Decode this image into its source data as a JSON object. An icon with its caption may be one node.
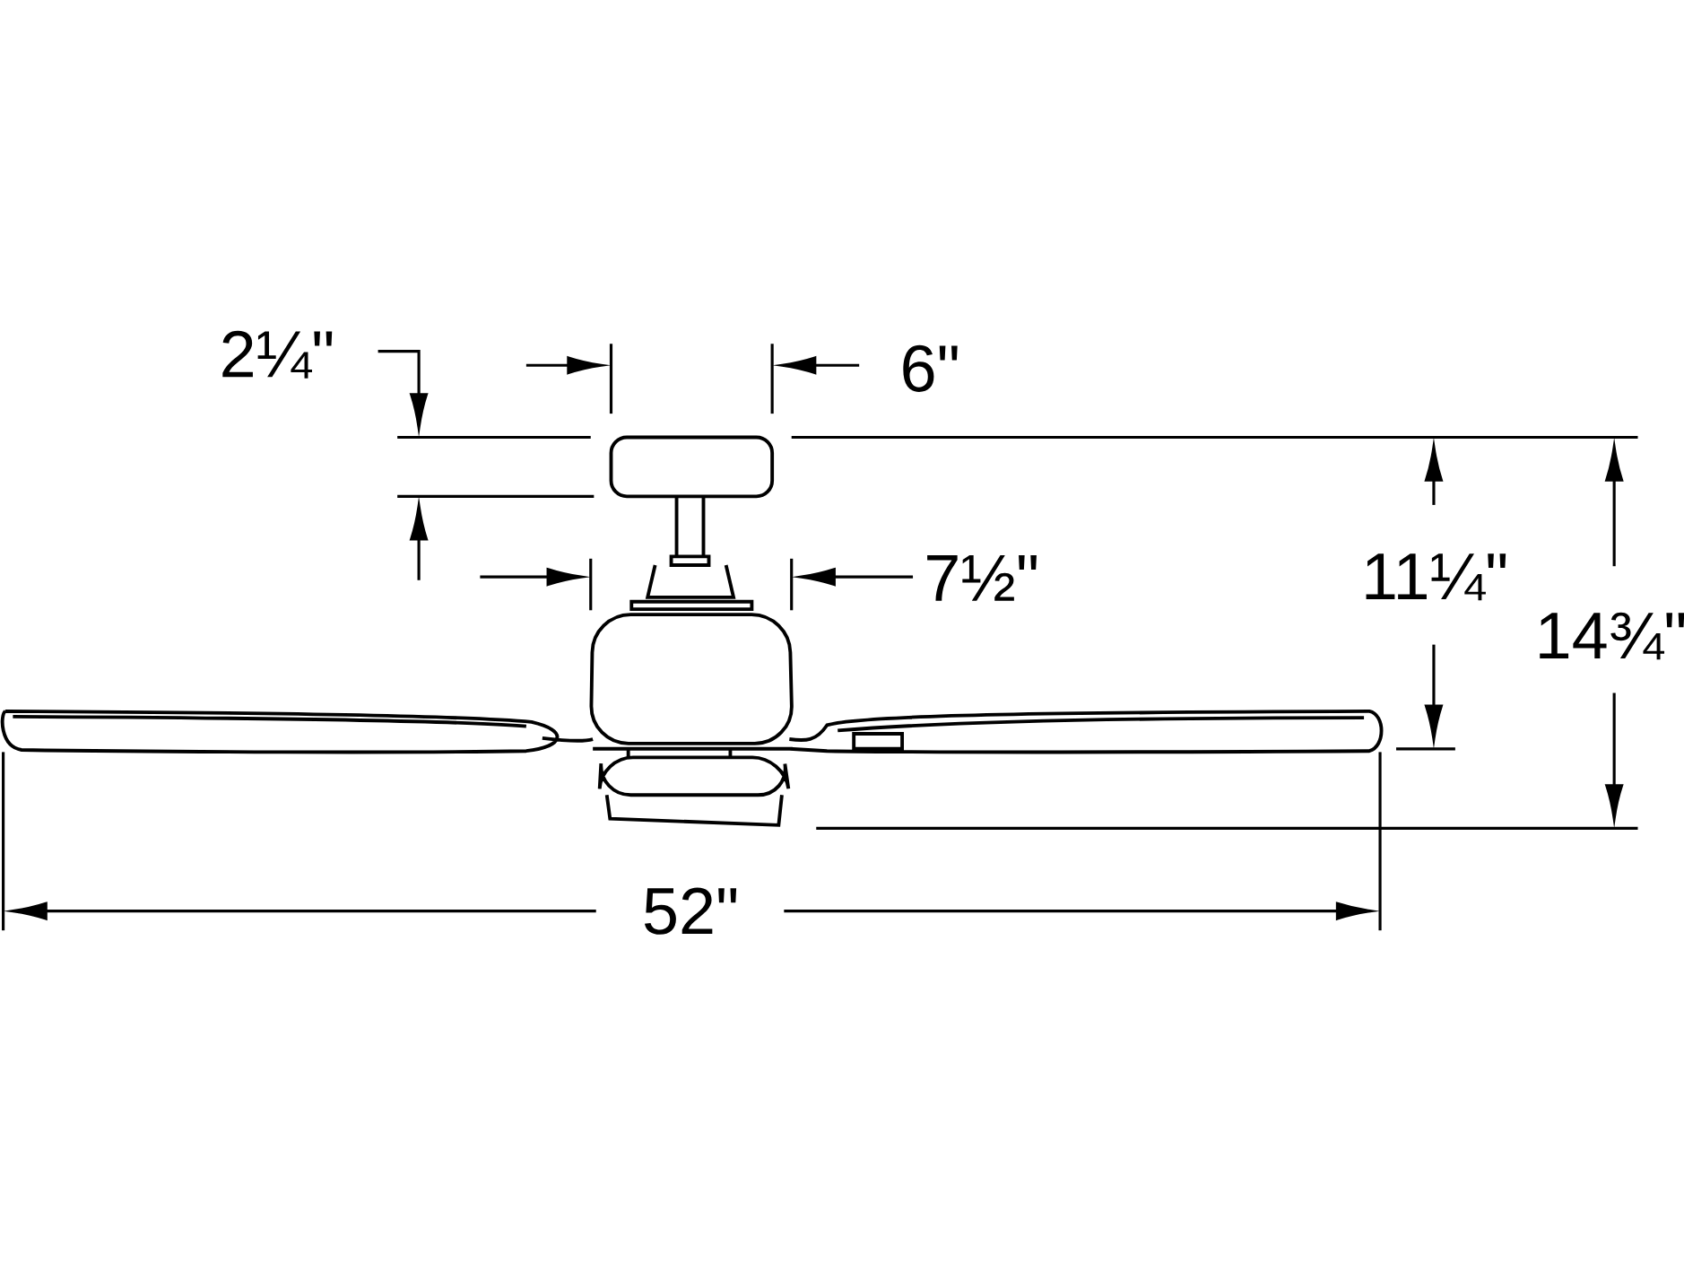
{
  "diagram": {
    "labels": [
      "2¼\"",
      "6\"",
      "7½\"",
      "11¼\"",
      "14¾\"",
      "52\""
    ]
  }
}
